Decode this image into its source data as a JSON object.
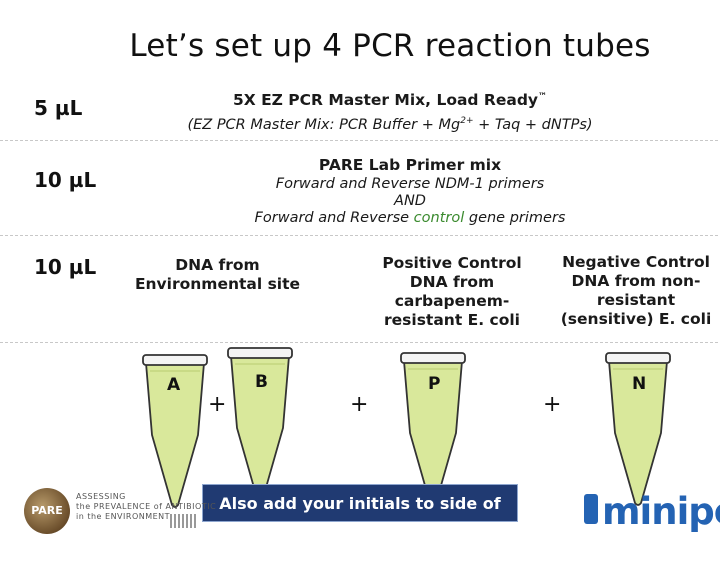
{
  "title": "Let’s set up 4 PCR reaction tubes",
  "rows": [
    {
      "volume": "5 µL"
    },
    {
      "volume": "10 µL"
    },
    {
      "volume": "10 µL"
    }
  ],
  "master_mix": {
    "name": "5X EZ PCR Master Mix, Load Ready",
    "trademark": "™",
    "detail_prefix": "(EZ PCR Master Mix: PCR Buffer + Mg",
    "detail_sup": "2+",
    "detail_suffix": " + Taq + dNTPs)"
  },
  "primer": {
    "name": "PARE Lab Primer mix",
    "line1": "Forward and Reverse NDM-1 primers",
    "line2": "AND",
    "line3_prefix": "Forward and Reverse ",
    "line3_highlight": "control",
    "line3_suffix": " gene primers"
  },
  "dna": {
    "environmental_line1": "DNA from",
    "environmental_line2": "Environmental site",
    "positive_lines": [
      "Positive Control",
      "DNA from",
      "carbapenem-",
      "resistant E. coli"
    ],
    "negative_lines": [
      "Negative Control",
      "DNA from non-",
      "resistant",
      "(sensitive) E. coli"
    ]
  },
  "tubes": [
    {
      "label": "A"
    },
    {
      "label": "B"
    },
    {
      "label": "P"
    },
    {
      "label": "N"
    }
  ],
  "plus_sign": "+",
  "banner": "Also add your initials to side of tube",
  "footer": {
    "pare_badge": "PARE",
    "pare_tagline_lines": [
      "ASSESSING",
      "the PREVALENCE of ANTIBIOTIC",
      "in the ENVIRONMENT"
    ],
    "minipcr_logo": "minipcr"
  },
  "colors": {
    "tube_liquid": "#d9e89b",
    "banner_bg": "#203a72",
    "control_word": "#3a8a2e",
    "minipcr_blue": "#2463b3"
  }
}
